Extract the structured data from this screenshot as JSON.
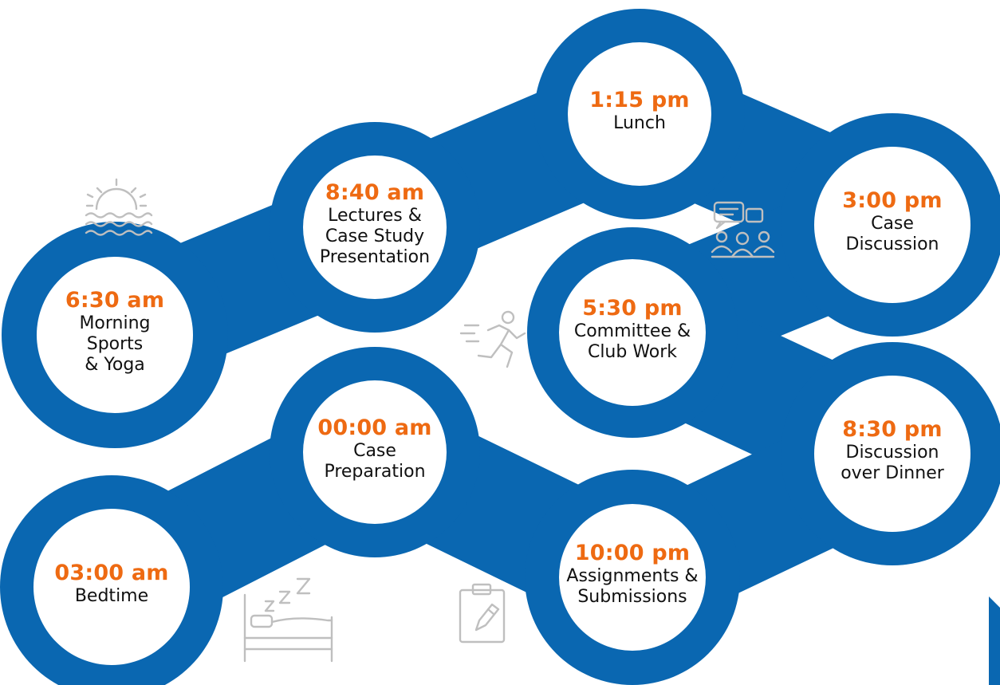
{
  "colors": {
    "ring": "#0a67b1",
    "time": "#ee6a12",
    "label": "#111111",
    "icon": "#bfbfbf"
  },
  "nodes": [
    {
      "id": "n1",
      "time": "6:30 am",
      "label_lines": [
        "Morning",
        "Sports",
        "& Yoga"
      ]
    },
    {
      "id": "n2",
      "time": "8:40 am",
      "label_lines": [
        "Lectures &",
        "Case Study",
        "Presentation"
      ]
    },
    {
      "id": "n3",
      "time": "1:15 pm",
      "label_lines": [
        "Lunch"
      ]
    },
    {
      "id": "n4",
      "time": "3:00 pm",
      "label_lines": [
        "Case",
        "Discussion"
      ]
    },
    {
      "id": "n5",
      "time": "5:30 pm",
      "label_lines": [
        "Committee &",
        "Club Work"
      ]
    },
    {
      "id": "n6",
      "time": "8:30 pm",
      "label_lines": [
        "Discussion",
        "over Dinner"
      ]
    },
    {
      "id": "n7",
      "time": "10:00 pm",
      "label_lines": [
        "Assignments &",
        "Submissions"
      ]
    },
    {
      "id": "n8",
      "time": "00:00 am",
      "label_lines": [
        "Case",
        "Preparation"
      ]
    },
    {
      "id": "n9",
      "time": "03:00 am",
      "label_lines": [
        "Bedtime"
      ]
    }
  ],
  "icons": [
    "sunrise-icon",
    "discussion-group-icon",
    "running-person-icon",
    "sleeping-bed-icon",
    "clipboard-pencil-icon"
  ]
}
